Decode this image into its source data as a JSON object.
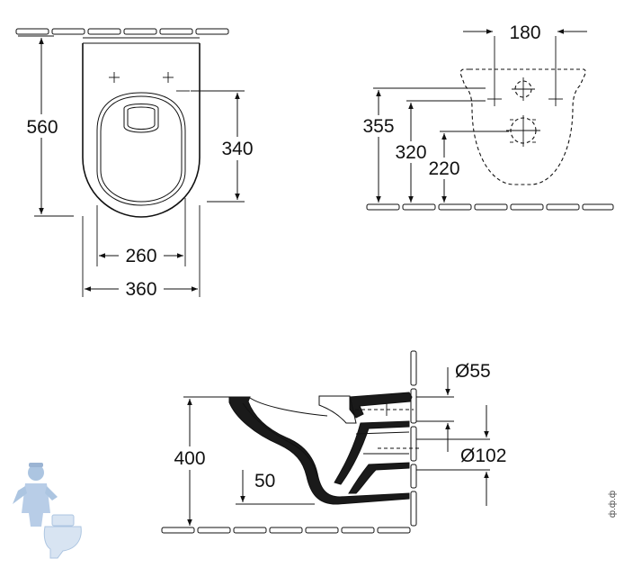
{
  "colors": {
    "line": "#111111",
    "background": "#ffffff",
    "logo_blue": "#6a97c9"
  },
  "top_view": {
    "overall_length": "560",
    "outlet_to_wall": "340",
    "bowl_width": "260",
    "overall_width": "360"
  },
  "front_view": {
    "fixing_spacing": "180",
    "height_355": "355",
    "height_320": "320",
    "height_220": "220"
  },
  "side_view": {
    "rim_height": "400",
    "water_seal": "50",
    "inlet_diameter": "Ø55",
    "outlet_diameter": "Ø102"
  },
  "logo": {
    "icon": "plumber-mascot-icon"
  },
  "watermark": {
    "text": "ф.ф.ф"
  }
}
